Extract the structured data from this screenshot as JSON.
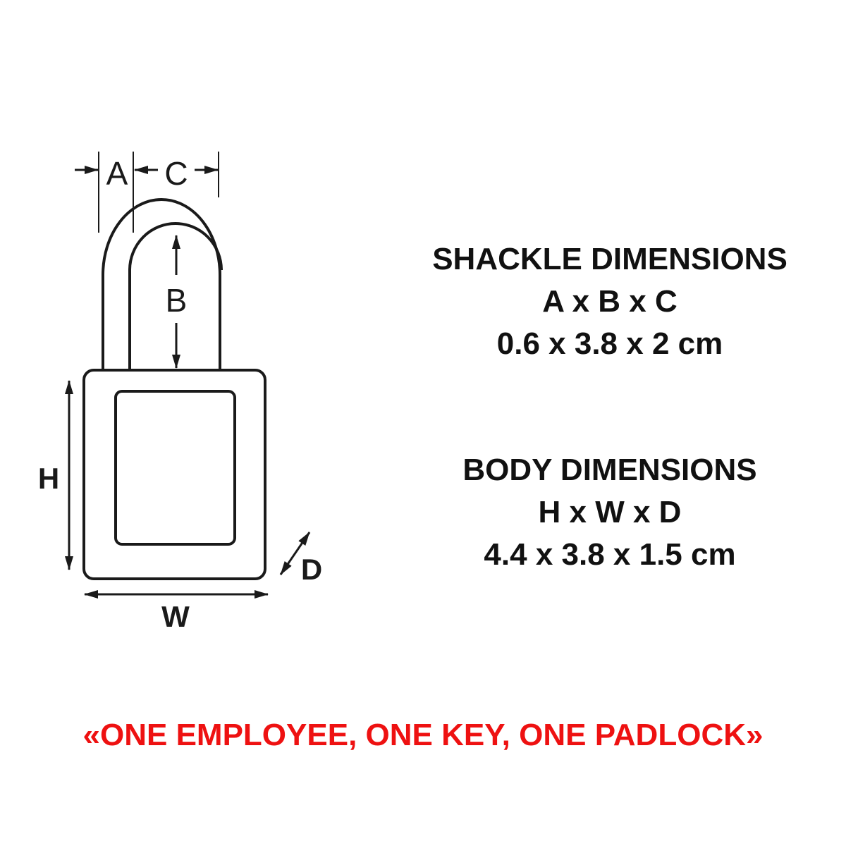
{
  "diagram": {
    "labels": {
      "a": "A",
      "b": "B",
      "c": "C",
      "h": "H",
      "w": "W",
      "d": "D"
    }
  },
  "shackle": {
    "title": "SHACKLE DIMENSIONS",
    "formula": "A x B x C",
    "values": "0.6 x 3.8 x 2 cm"
  },
  "body": {
    "title": "BODY DIMENSIONS",
    "formula": "H x W x D",
    "values": "4.4 x 3.8 x 1.5 cm"
  },
  "slogan": "«ONE EMPLOYEE, ONE KEY, ONE PADLOCK»",
  "colors": {
    "text": "#111111",
    "slogan": "#ee1111",
    "line": "#1a1a1a"
  }
}
